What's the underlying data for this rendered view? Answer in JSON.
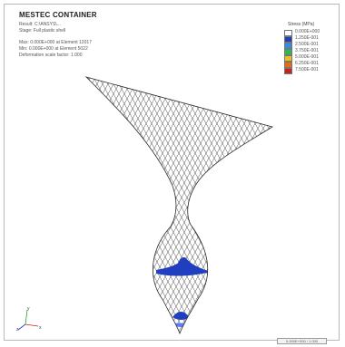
{
  "window": {
    "title": "MESTEC CONTAINER"
  },
  "info": {
    "lines": [
      "Result: C:\\ANSYS\\...",
      "Stage: Full plastic shell",
      "",
      "Max: 0.000E+000 at Element 12017",
      "Min: 0.000E+000 at Element 5022",
      "Deformation scale factor: 1.000"
    ]
  },
  "legend": {
    "title": "Stress (MPa)",
    "entries": [
      {
        "label": "0.000E+000",
        "color": "#ffffff"
      },
      {
        "label": "1.250E-001",
        "color": "#1f3fbf"
      },
      {
        "label": "2.500E-001",
        "color": "#2e8fe0"
      },
      {
        "label": "3.750E-001",
        "color": "#2fb84a"
      },
      {
        "label": "5.000E-001",
        "color": "#e8c21a"
      },
      {
        "label": "6.250E-001",
        "color": "#e86a12"
      },
      {
        "label": "7.500E-001",
        "color": "#cc1f1f"
      }
    ]
  },
  "status": {
    "text": "0.000E+000 / 1.000"
  },
  "triad": {
    "axes": [
      "x",
      "y",
      "z"
    ]
  },
  "colors": {
    "mesh": "#3a3a3a",
    "stress_high": "#1f3fbf",
    "stress_mid": "#5c7cff"
  }
}
